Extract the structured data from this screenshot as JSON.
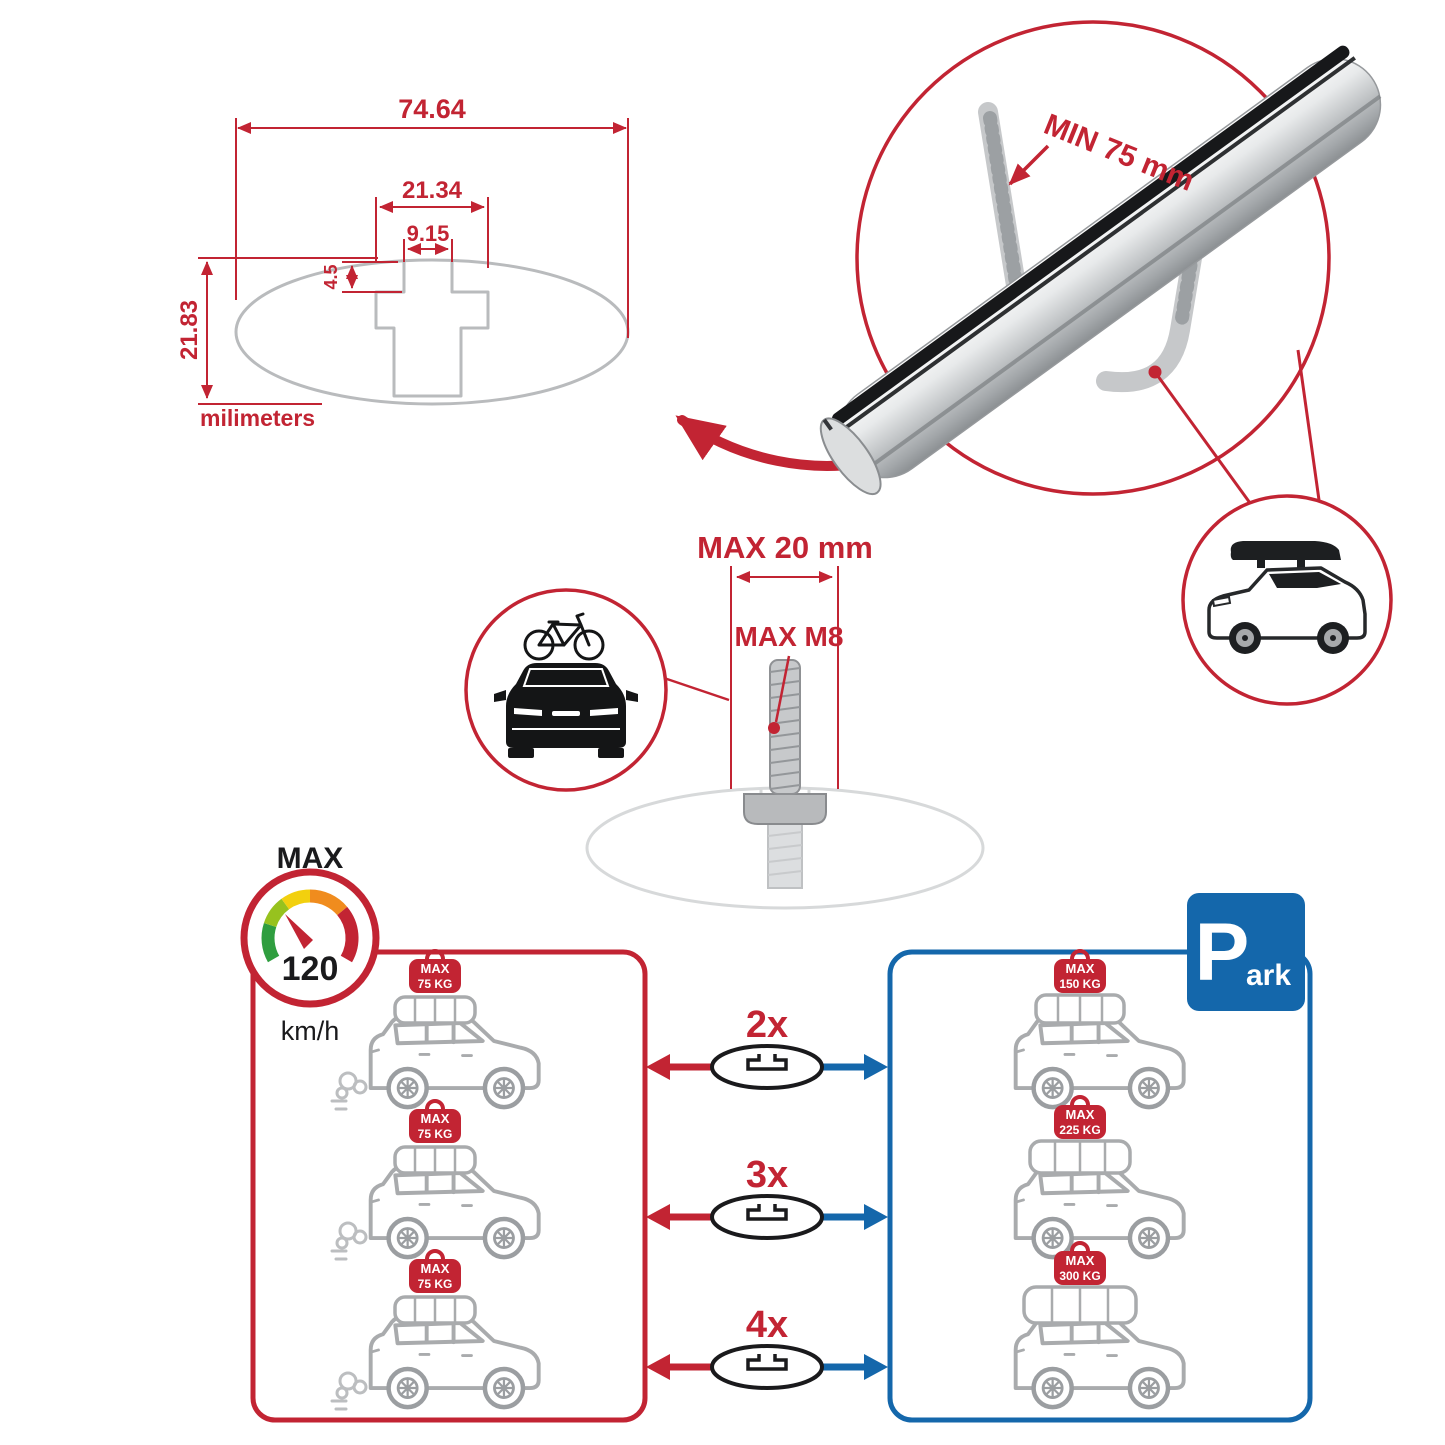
{
  "colors": {
    "red": "#c22433",
    "blue": "#1467ab",
    "gray_line": "#a9abad",
    "black": "#1a1a1c"
  },
  "cross_section": {
    "total_width": "74.64",
    "channel_outer_width": "21.34",
    "channel_inner_width": "9.15",
    "channel_depth": "4.5",
    "total_height": "21.83",
    "units_label": "milimeters"
  },
  "bar_detail": {
    "clamp_min_label": "MIN 75 mm"
  },
  "bolt_detail": {
    "max_width_label": "MAX 20 mm",
    "max_thread_label": "MAX M8"
  },
  "speed_limit": {
    "title": "MAX",
    "value": "120",
    "unit": "km/h"
  },
  "driving_cars": [
    {
      "badge_title": "MAX",
      "badge_value": "75 KG"
    },
    {
      "badge_title": "MAX",
      "badge_value": "75 KG"
    },
    {
      "badge_title": "MAX",
      "badge_value": "75 KG"
    }
  ],
  "parked_cars": [
    {
      "badge_title": "MAX",
      "badge_value": "150 KG"
    },
    {
      "badge_title": "MAX",
      "badge_value": "225 KG"
    },
    {
      "badge_title": "MAX",
      "badge_value": "300 KG"
    }
  ],
  "bar_counts": [
    {
      "label": "2x"
    },
    {
      "label": "3x"
    },
    {
      "label": "4x"
    }
  ],
  "park_sign": {
    "letter": "P",
    "suffix": "ark"
  }
}
